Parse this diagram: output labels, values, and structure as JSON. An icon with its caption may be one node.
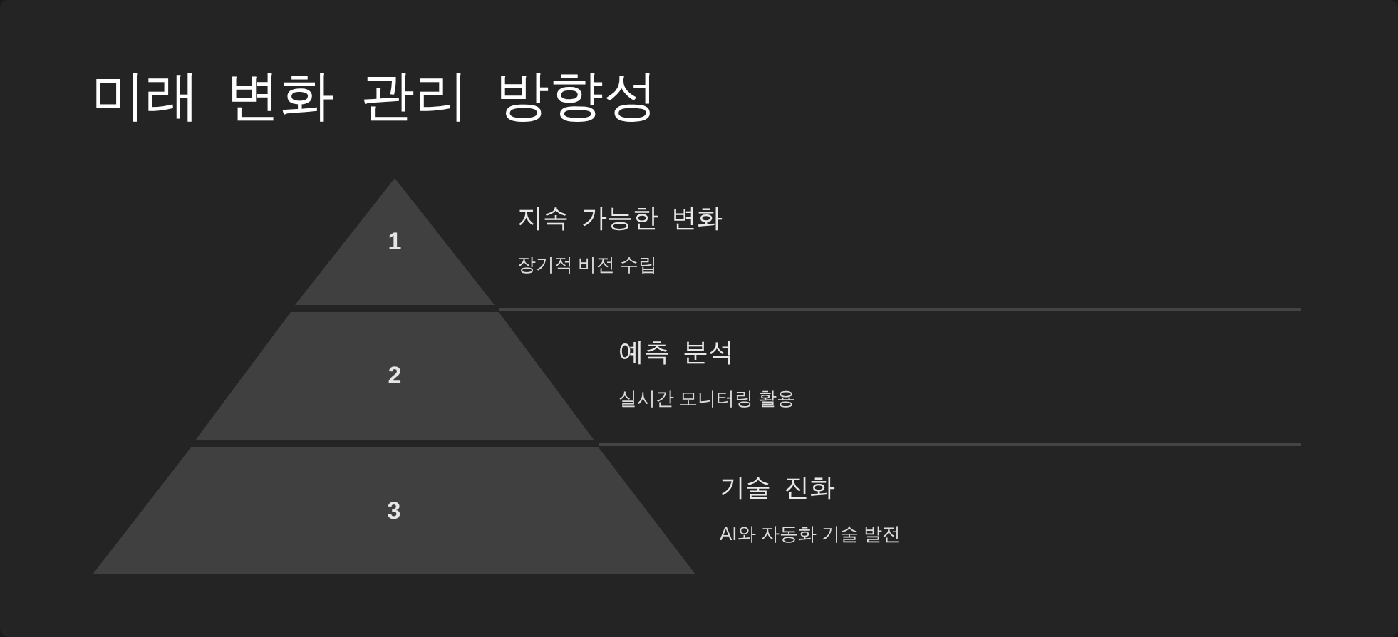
{
  "diagram": {
    "title": "미래 변화 관리 방향성",
    "nodes": [
      {
        "text": [
          "1"
        ],
        "beside": [
          "지속 가능한 변화",
          "장기적 비전 수립"
        ]
      },
      {
        "text": [
          "2"
        ],
        "beside": [
          "예측 분석",
          "실시간 모니터링 활용"
        ]
      },
      {
        "text": [
          "3"
        ],
        "beside": [
          "기술 진화",
          "AI와 자동화 기술 발전"
        ]
      }
    ],
    "edges": []
  }
}
